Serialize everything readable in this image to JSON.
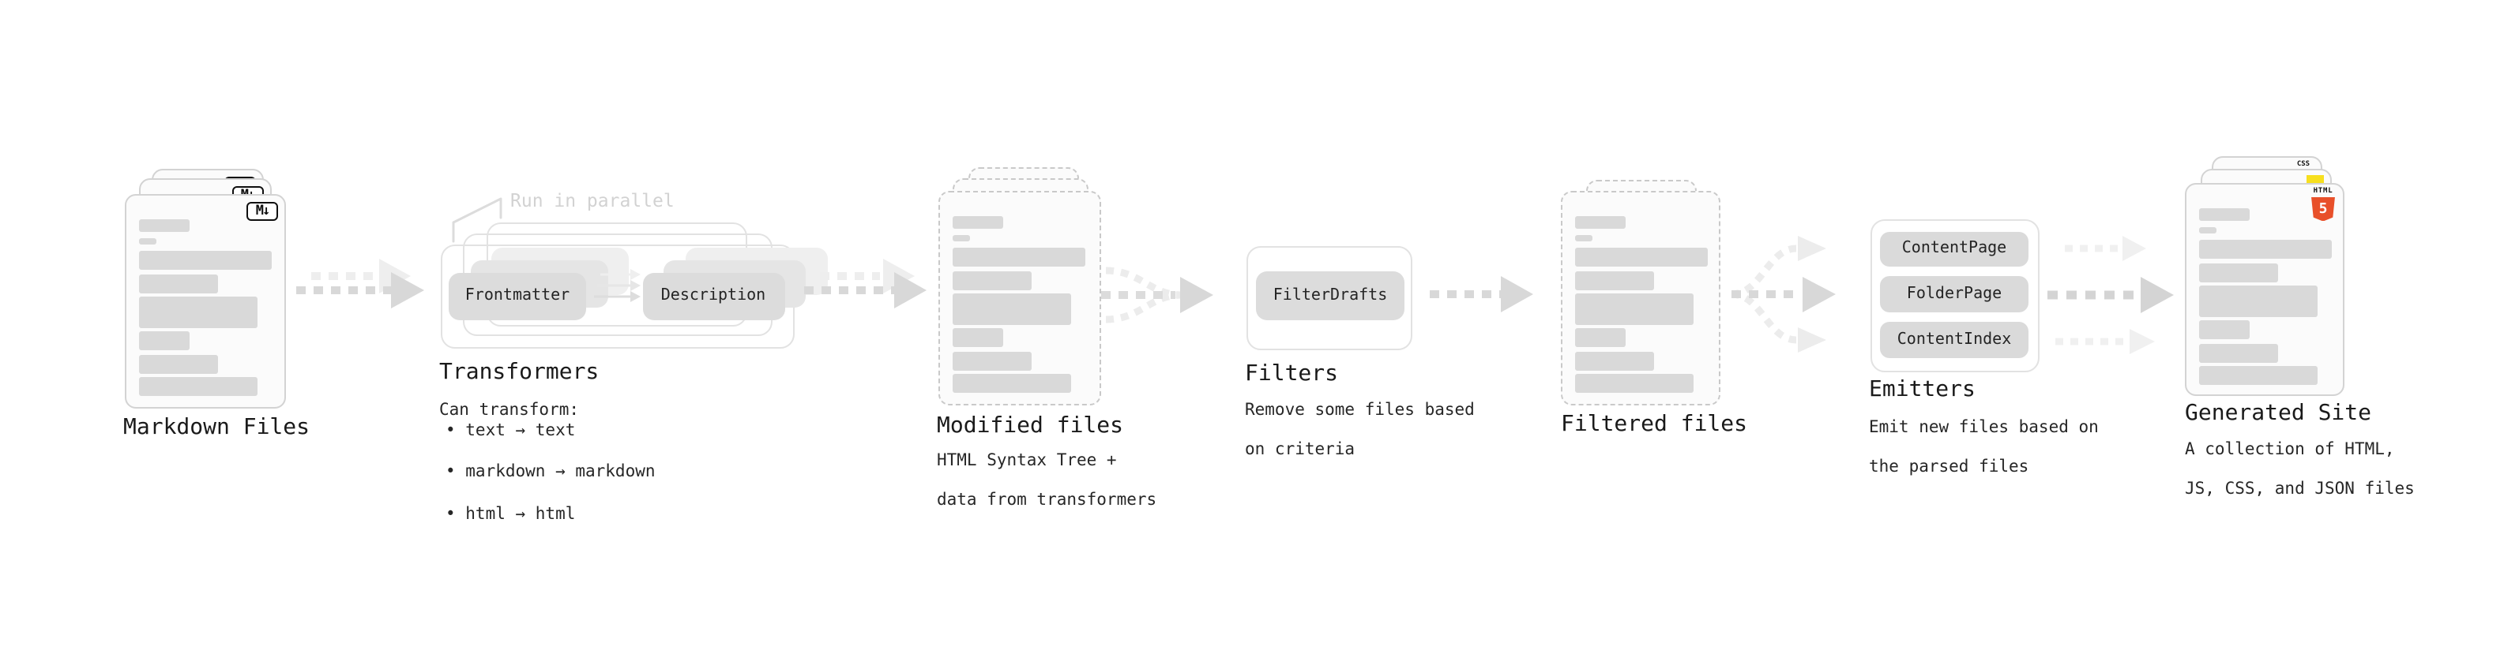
{
  "stages": {
    "markdown_files": {
      "label": "Markdown Files",
      "badge": "M↓"
    },
    "transformers": {
      "label": "Transformers",
      "parallel_note": "Run in parallel",
      "pills": {
        "input": "Frontmatter",
        "output": "Description"
      },
      "desc_heading": "Can transform:",
      "bullets": {
        "b1": "• text → text",
        "b2": "• markdown → markdown",
        "b3": "• html → html"
      }
    },
    "modified_files": {
      "label": "Modified files",
      "desc1": "HTML Syntax Tree +",
      "desc2": "data from transformers"
    },
    "filters": {
      "label": "Filters",
      "pill": "FilterDrafts",
      "desc1": "Remove some files based",
      "desc2": "on criteria"
    },
    "filtered_files": {
      "label": "Filtered files"
    },
    "emitters": {
      "label": "Emitters",
      "pills": {
        "p1": "ContentPage",
        "p2": "FolderPage",
        "p3": "ContentIndex"
      },
      "desc1": "Emit new files based on",
      "desc2": "the parsed files"
    },
    "generated_site": {
      "label": "Generated Site",
      "desc1": "A collection of HTML,",
      "desc2": "JS, CSS, and JSON files",
      "badges": {
        "css": "CSS",
        "html_word": "HTML",
        "html_number": "5"
      }
    }
  },
  "colors": {
    "html5_orange": "#e8502a",
    "js_yellow": "#f7df1e",
    "css_blue": "#2965f1",
    "arrow_gray": "#d8d8d8",
    "ghost_gray": "#eeeeee",
    "bar_gray": "#d9d9d9"
  }
}
